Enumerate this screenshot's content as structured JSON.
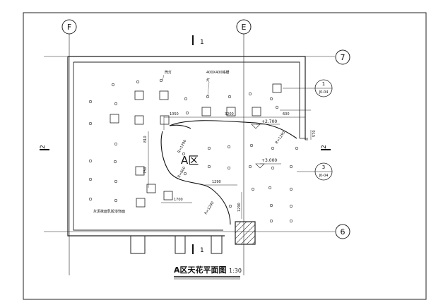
{
  "drawing": {
    "title": "A区天花平面图",
    "scale": "1:30",
    "zone_label": "A区",
    "axes": {
      "F": "F",
      "E": "E",
      "seven": "7",
      "six": "6"
    },
    "section_marks": {
      "top": "1",
      "bottom": "1",
      "left": "2",
      "right": "2"
    },
    "elevations": {
      "upper": "+2.700",
      "lower": "+3.000"
    },
    "details": {
      "one": {
        "num": "1",
        "ref": "J0-04"
      },
      "three": {
        "num": "3",
        "ref": "J0-04"
      }
    },
    "notes": {
      "light": "筒灯",
      "panel": "400X400格栅",
      "lamp": "灯",
      "bottom": "灰泥抹面乳胶漆饰面"
    },
    "dimensions": {
      "d1050": "1050",
      "d3200": "3200",
      "d600": "600",
      "d570": "570",
      "d810": "810",
      "d750": "750",
      "d1290": "1290",
      "d1700": "1700",
      "d1290v": "1290",
      "r1290a": "R=1290",
      "r1290b": "R=1290",
      "r600": "R=600",
      "r1290c": "R=1290"
    }
  }
}
